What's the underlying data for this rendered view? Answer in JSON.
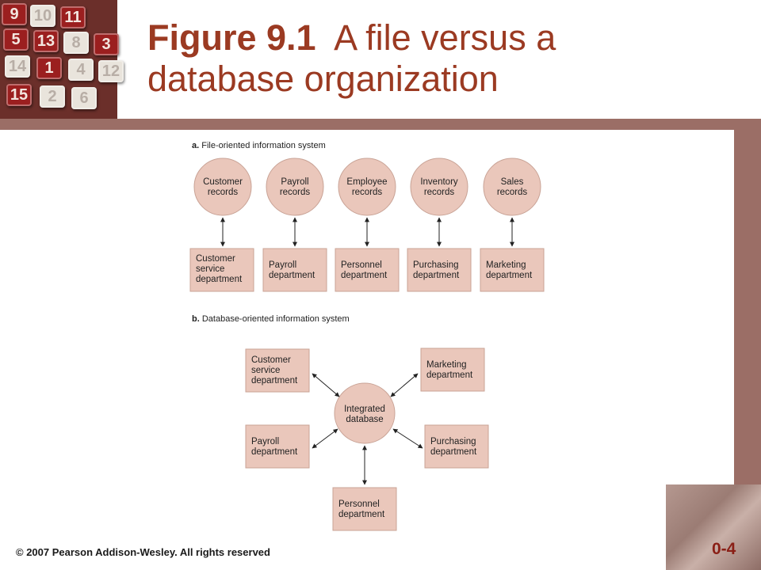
{
  "slide": {
    "title_figure": "Figure 9.1",
    "title_line1": "A file versus a",
    "title_line2": "database organization",
    "footer": "© 2007 Pearson Addison-Wesley. All rights reserved",
    "page_number": "0-4"
  },
  "puzzle_tiles": [
    "9",
    "10",
    "11",
    "5",
    "13",
    "8",
    "3",
    "14",
    "1",
    "4",
    "12",
    "15",
    "2",
    "6"
  ],
  "diagram": {
    "section_a": {
      "letter": "a.",
      "label": "File-oriented information system"
    },
    "section_b": {
      "letter": "b.",
      "label": "Database-oriented information system"
    },
    "records": [
      [
        "Customer",
        "records"
      ],
      [
        "Payroll",
        "records"
      ],
      [
        "Employee",
        "records"
      ],
      [
        "Inventory",
        "records"
      ],
      [
        "Sales",
        "records"
      ]
    ],
    "departments_a": [
      [
        "Customer",
        "service",
        "department"
      ],
      [
        "Payroll",
        "department"
      ],
      [
        "Personnel",
        "department"
      ],
      [
        "Purchasing",
        "department"
      ],
      [
        "Marketing",
        "department"
      ]
    ],
    "database": [
      "Integrated",
      "database"
    ],
    "departments_b": {
      "customer_service": [
        "Customer",
        "service",
        "department"
      ],
      "marketing": [
        "Marketing",
        "department"
      ],
      "payroll": [
        "Payroll",
        "department"
      ],
      "purchasing": [
        "Purchasing",
        "department"
      ],
      "personnel": [
        "Personnel",
        "department"
      ]
    },
    "colors": {
      "fill": "#eac7bb",
      "stroke": "#c9a396",
      "arrow": "#222222"
    }
  }
}
